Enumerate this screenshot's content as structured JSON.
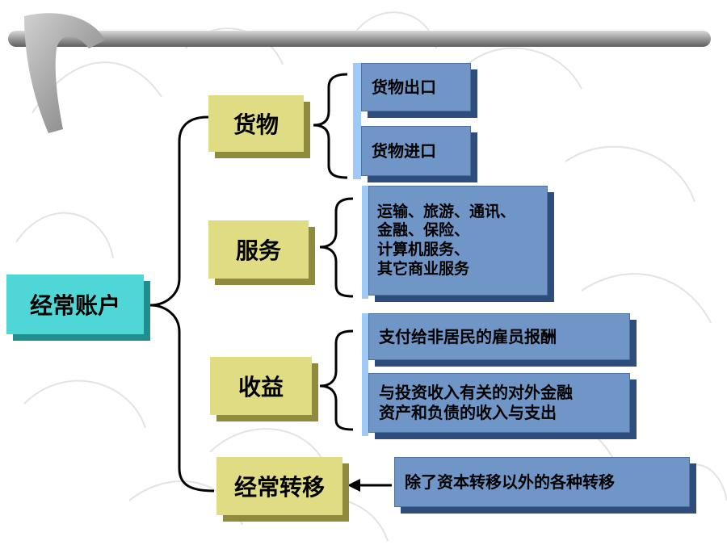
{
  "root": {
    "label": "经常账户"
  },
  "categories": [
    {
      "label": "货物"
    },
    {
      "label": "服务"
    },
    {
      "label": "收益"
    },
    {
      "label": "经常转移"
    }
  ],
  "details": {
    "goods_export": "货物出口",
    "goods_import": "货物进口",
    "services_lines": [
      "运输、旅游、通讯、",
      "金融、保险、",
      "计算机服务、",
      "其它商业服务"
    ],
    "income_1": "支付给非居民的雇员报酬",
    "income_2_lines": [
      "与投资收入有关的对外金融",
      "资产和负债的收入与支出"
    ],
    "transfer": "除了资本转移以外的各种转移"
  },
  "colors": {
    "root": "#4fd7d7",
    "category": "#e0dc84",
    "detail": "#6f96c6",
    "bar": "#8a8a8a"
  }
}
